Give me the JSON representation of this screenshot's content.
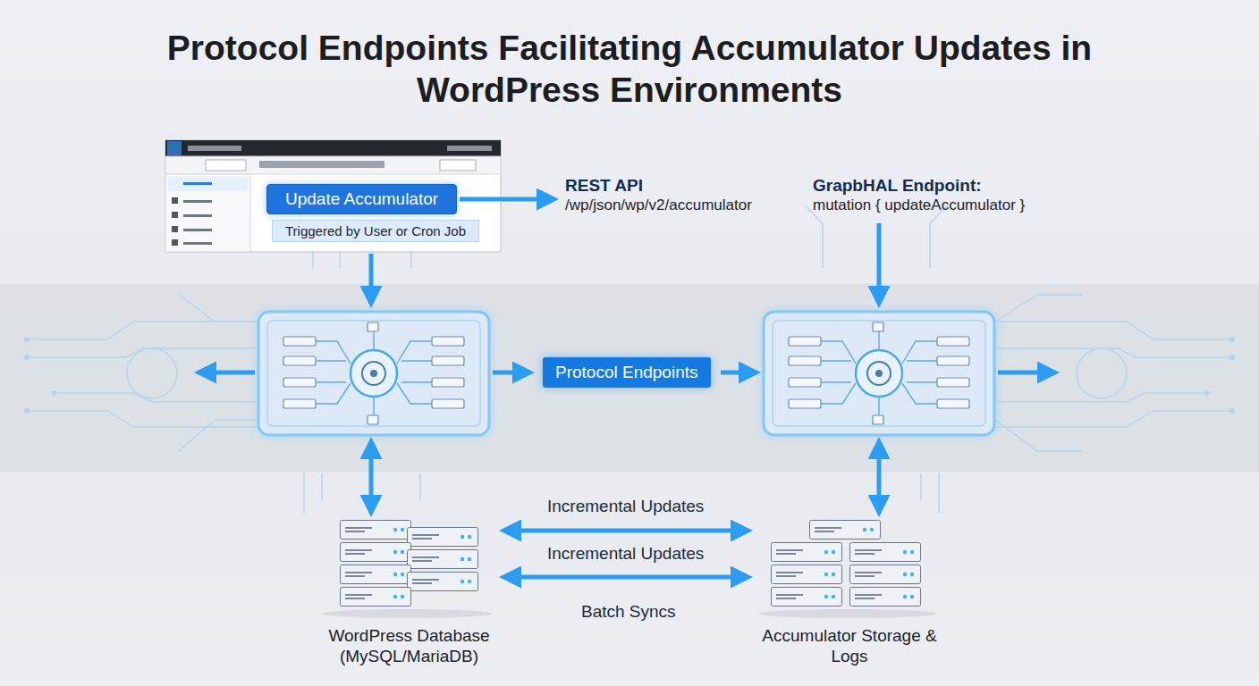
{
  "diagram": {
    "title": "Protocol Endpoints Facilitating Accumulator Updates in WordPress Environments",
    "nodes": [
      {
        "text": [
          "Update Accumulator"
        ]
      },
      {
        "text": [
          "Triggered by User or Cron Job"
        ]
      },
      {
        "text": [
          "REST API",
          "/wp/json/wp/v2/accumulator"
        ]
      },
      {
        "text": [
          "GrapbHAL Endpoint:",
          "mutation { updateAccumulator }"
        ]
      },
      {
        "text": [
          "Protocol Endpoints"
        ]
      },
      {
        "text": [
          "WordPress Database (MySQL/MariaDB)"
        ]
      },
      {
        "text": [
          "Accumulator Storage & Logs"
        ]
      }
    ],
    "edges": [
      {
        "from": 0,
        "to": 2,
        "arrow": "to"
      },
      {
        "from": 5,
        "to": 6,
        "label": "Incremental Updates",
        "arrow": "both"
      },
      {
        "from": 5,
        "to": 6,
        "label": "Incremental Updates",
        "arrow": "both"
      }
    ],
    "labels": [
      "Batch Syncs"
    ]
  }
}
